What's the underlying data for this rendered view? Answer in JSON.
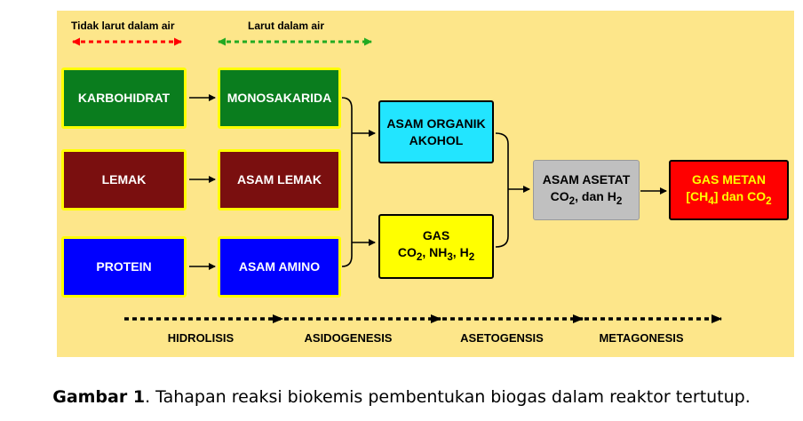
{
  "legend": {
    "insoluble": "Tidak larut dalam air",
    "soluble": "Larut dalam air",
    "colors": {
      "insoluble": "#ff0000",
      "soluble": "#22aa22"
    }
  },
  "inputs": [
    {
      "id": "karbohidrat",
      "label": "KARBOHIDRAT",
      "color": "#0a7d1e"
    },
    {
      "id": "lemak",
      "label": "LEMAK",
      "color": "#7a0f0f"
    },
    {
      "id": "protein",
      "label": "PROTEIN",
      "color": "#0000ff"
    }
  ],
  "hydrolysis_products": [
    {
      "id": "monosakarida",
      "label": "MONOSAKARIDA",
      "color": "#0a7d1e"
    },
    {
      "id": "asam-lemak",
      "label": "ASAM LEMAK",
      "color": "#7a0f0f"
    },
    {
      "id": "asam-amino",
      "label": "ASAM AMINO",
      "color": "#0000ff"
    }
  ],
  "acidogenesis_products": {
    "organic_acid": {
      "line1": "ASAM ORGANIK",
      "line2": "AKOHOL",
      "color": "#22e5ff"
    },
    "gas": {
      "line1": "GAS",
      "line2_html": "CO<sub>2</sub>, NH<sub>3</sub>, H<sub>2</sub>",
      "color": "#ffff00"
    }
  },
  "acetate": {
    "line1": "ASAM ASETAT",
    "line2_html": "CO<sub>2</sub>, dan H<sub>2</sub>",
    "color": "#c0c0c0"
  },
  "methane": {
    "line1": "GAS METAN",
    "line2_html": "[CH<sub>4</sub>] dan CO<sub>2</sub>",
    "color": "#ff0000",
    "text_color": "#ffff00"
  },
  "stages": [
    "HIDROLISIS",
    "ASIDOGENESIS",
    "ASETOGENSIS",
    "METAGONESIS"
  ],
  "caption": {
    "bold": "Gambar 1",
    "rest": ". Tahapan reaksi biokemis pembentukan biogas dalam reaktor tertutup."
  },
  "panel_color": "#fde68a"
}
